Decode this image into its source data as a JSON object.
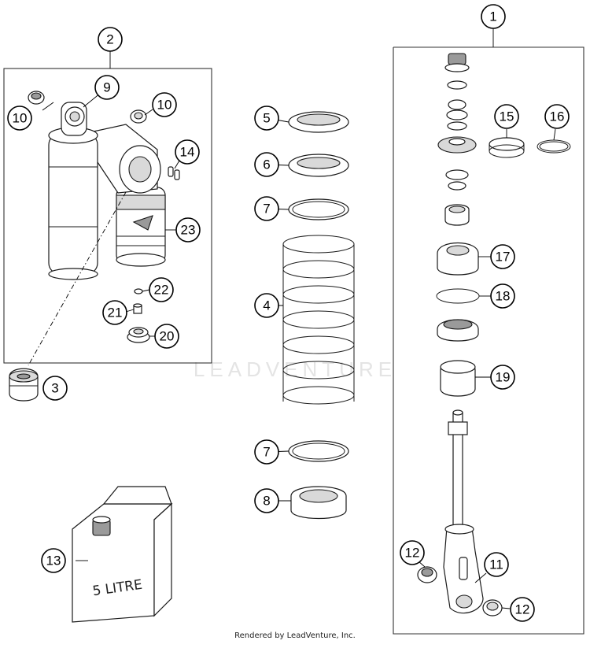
{
  "watermark": "LEADVENTURE",
  "credit": "Rendered by LeadVenture, Inc.",
  "container_label": "5 LITRE",
  "callouts": [
    "1",
    "2",
    "3",
    "4",
    "5",
    "6",
    "7",
    "7",
    "8",
    "9",
    "10",
    "10",
    "11",
    "12",
    "12",
    "13",
    "14",
    "15",
    "16",
    "17",
    "18",
    "19",
    "20",
    "21",
    "22",
    "23"
  ]
}
